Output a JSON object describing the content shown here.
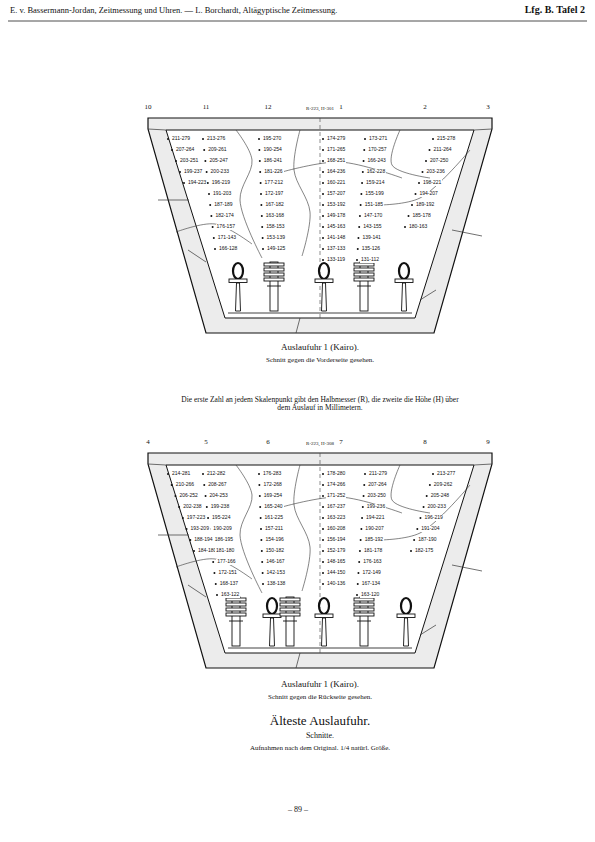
{
  "diagram": {
    "title": "Älteste Auslaufuhr.",
    "labels": [
      "E. v. Bassermann-Jordan, Zeitmessung und Uhren. — L. Borchardt, Altägyptische Zeitmessung.",
      "Lfg. B. Tafel 2",
      "10",
      "11",
      "12",
      "1",
      "2",
      "3",
      "R-223, H-301",
      "211-279",
      "207-264",
      "203-251",
      "199-237",
      "194-223",
      "213-276",
      "209-261",
      "205-247",
      "200-233",
      "196-219",
      "191-203",
      "187-189",
      "182-174",
      "176-157",
      "171-143",
      "166-128",
      "195-270",
      "190-254",
      "186-241",
      "181-226",
      "177-212",
      "172-197",
      "167-182",
      "163-168",
      "158-153",
      "153-139",
      "149-125",
      "174-279",
      "171-265",
      "168-251",
      "164-236",
      "160-221",
      "157-207",
      "153-192",
      "149-178",
      "145-163",
      "141-148",
      "137-133",
      "133-119",
      "173-271",
      "170-257",
      "166-243",
      "162-228",
      "159-214",
      "155-199",
      "151-185",
      "147-170",
      "143-155",
      "139-141",
      "135-126",
      "131-112",
      "215-278",
      "211-264",
      "207-250",
      "203-236",
      "198-221",
      "194-207",
      "189-192",
      "185-178",
      "180-163",
      "Auslaufuhr 1 (Kairo).",
      "Schnitt gegen die Vorderseite gesehen.",
      "Die erste Zahl an jedem Skalenpunkt gibt den Halbmesser (R), die zweite die Höhe (H) über dem Auslauf in Millimetern.",
      "4",
      "5",
      "6",
      "7",
      "8",
      "9",
      "R-223, H-308",
      "214-281",
      "210-266",
      "206-252",
      "202-238",
      "197-223",
      "193-209",
      "188-194",
      "184-180",
      "212-282",
      "208-267",
      "204-253",
      "199-238",
      "195-224",
      "190-209",
      "186-195",
      "181-180",
      "177-166",
      "172-151",
      "168-137",
      "163-122",
      "176-283",
      "172-268",
      "169-254",
      "165-240",
      "161-225",
      "157-211",
      "154-196",
      "150-182",
      "146-167",
      "142-153",
      "138-138",
      "178-280",
      "174-266",
      "171-252",
      "167-237",
      "163-223",
      "160-208",
      "156-194",
      "152-179",
      "148-165",
      "144-150",
      "140-136",
      "211-279",
      "207-264",
      "203-250",
      "199-236",
      "194-221",
      "190-207",
      "185-192",
      "181-178",
      "176-163",
      "172-149",
      "167-134",
      "163-120",
      "213-277",
      "209-262",
      "205-248",
      "200-233",
      "196-219",
      "191-204",
      "187-190",
      "182-175",
      "Auslaufuhr 1 (Kairo).",
      "Schnitt gegen die Rückseite gesehen.",
      "Schnitte.",
      "Aufnahmen nach dem Original. 1/4 natürl. Größe.",
      "– 89 –"
    ]
  }
}
